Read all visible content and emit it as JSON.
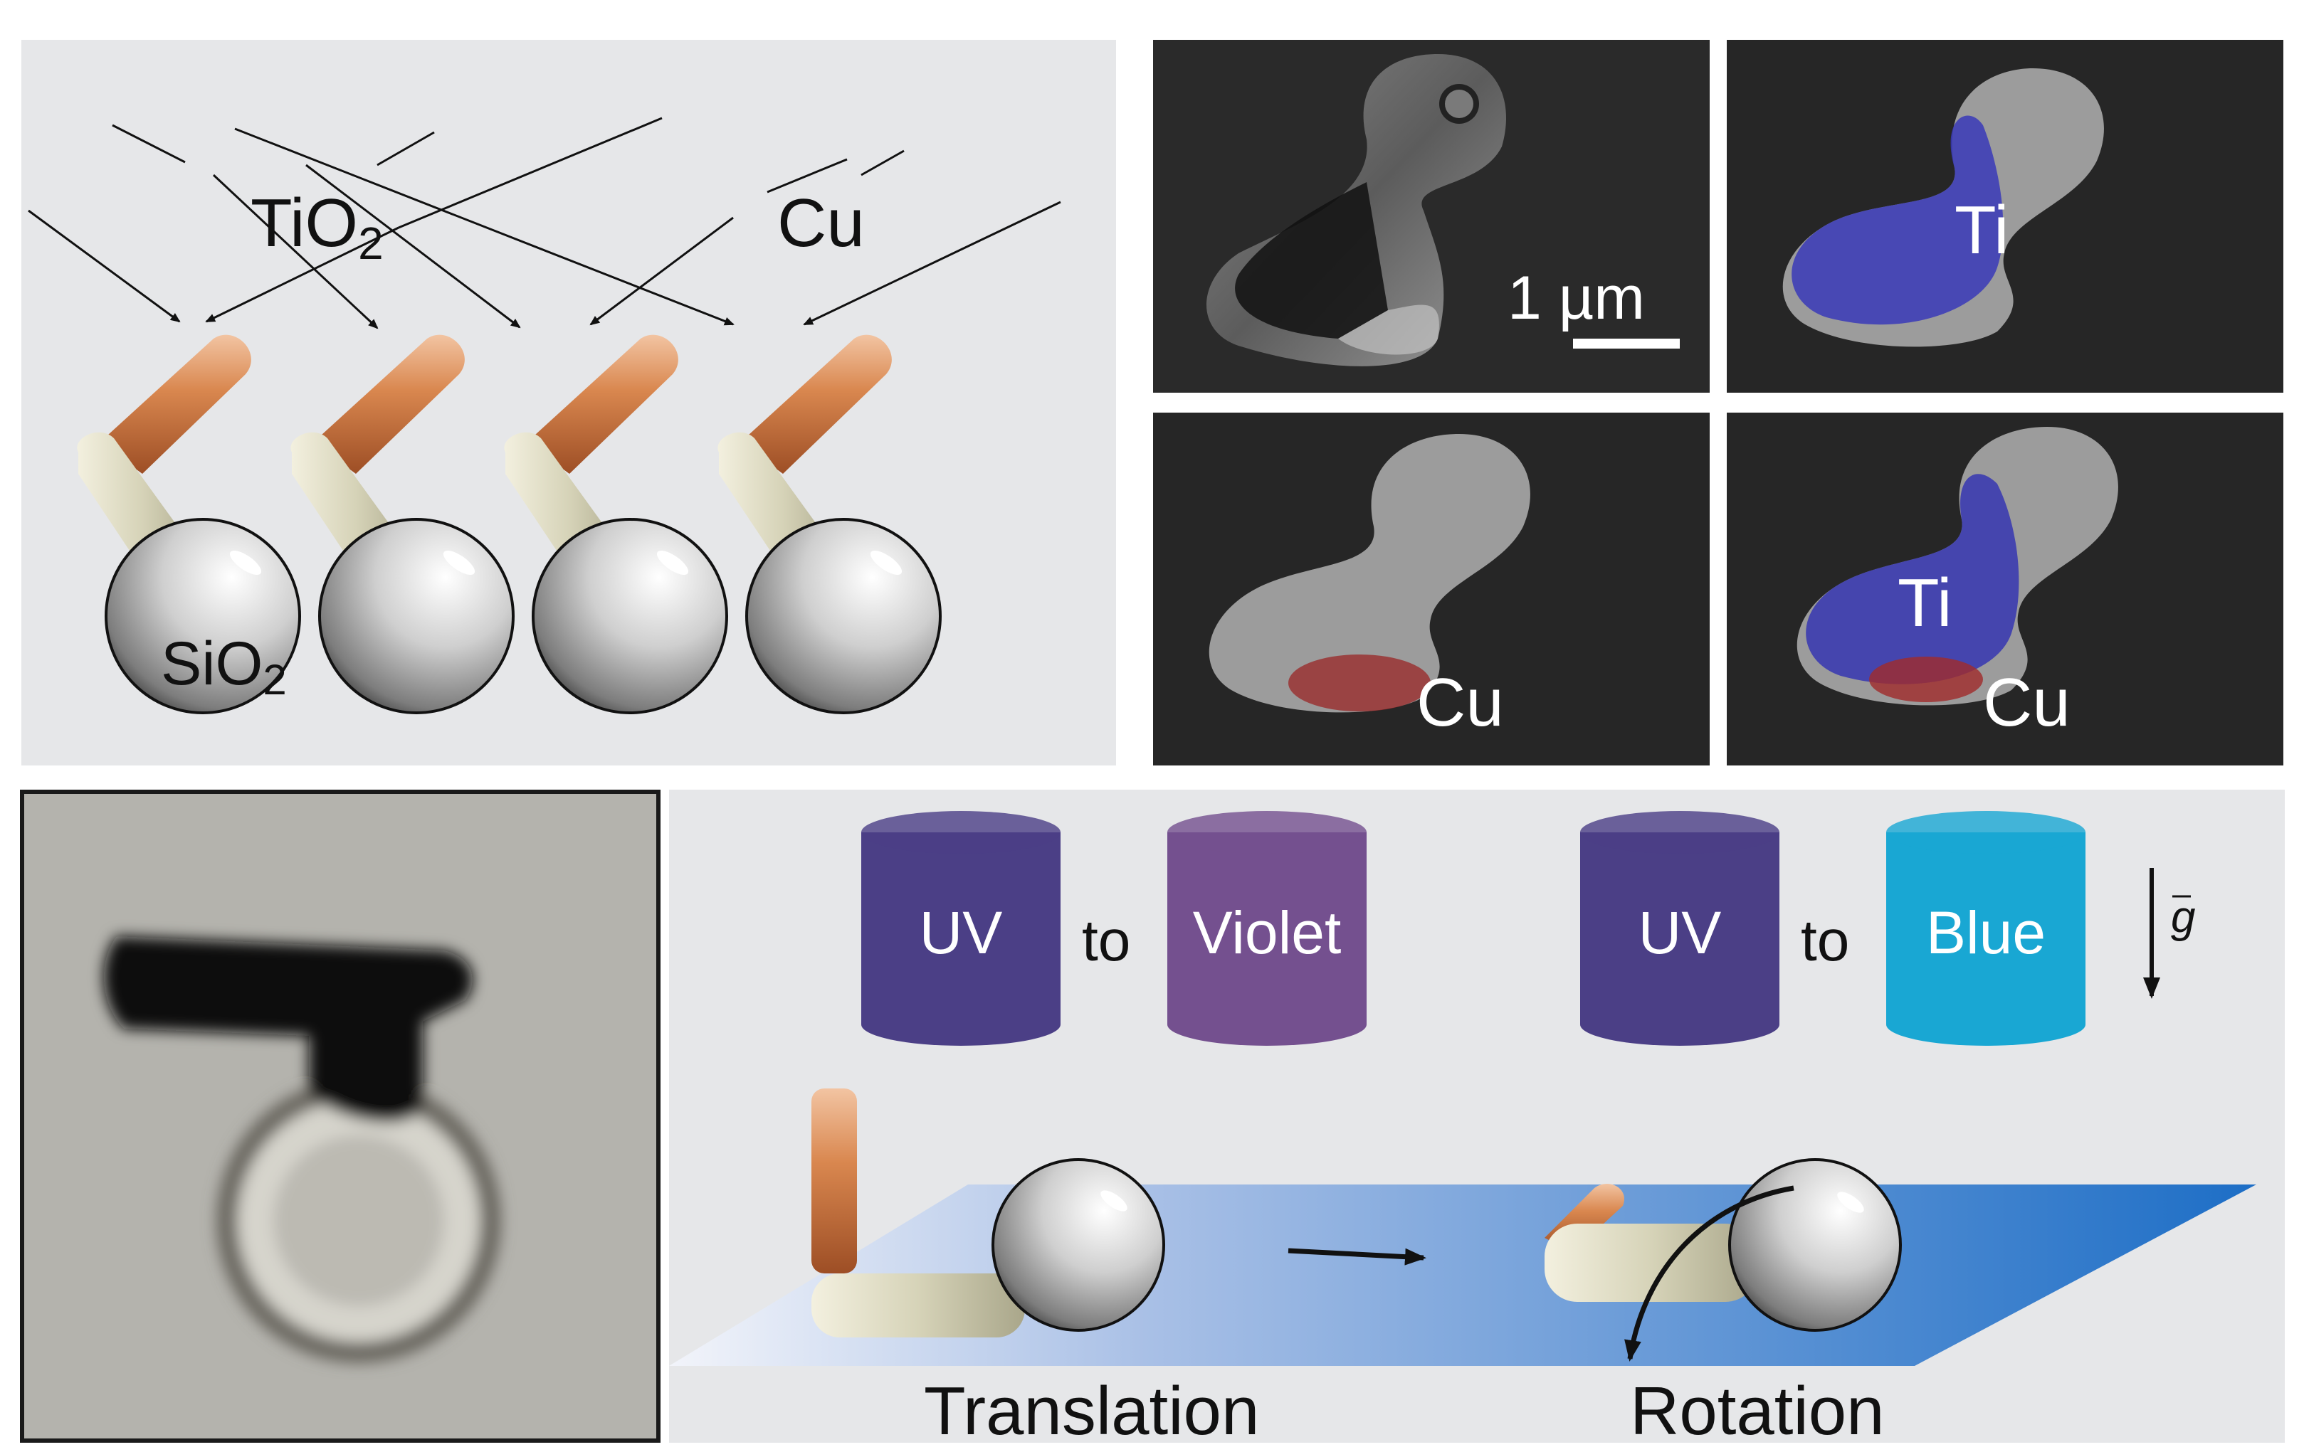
{
  "fabrication": {
    "material_tio2": "TiO",
    "material_tio2_sub": "2",
    "material_cu": "Cu",
    "material_sio2": "SiO",
    "material_sio2_sub": "2"
  },
  "sem": {
    "scale_bar": "1 µm",
    "map_ti": "Ti",
    "map_cu": "Cu",
    "overlay_ti": "Ti",
    "overlay_cu": "Cu",
    "ti_color": "#2b2f9c",
    "cu_color": "#b82020"
  },
  "motion": {
    "translation_label": "Translation",
    "rotation_label": "Rotation",
    "pair1_from": "UV",
    "pair1_to_word": "to",
    "pair1_to": "Violet",
    "pair2_from": "UV",
    "pair2_to_word": "to",
    "pair2_to": "Blue",
    "gravity_symbol": "g",
    "uv_color": "#4b3f86",
    "violet_color": "#74508f",
    "blue_color": "#19a7d3"
  }
}
